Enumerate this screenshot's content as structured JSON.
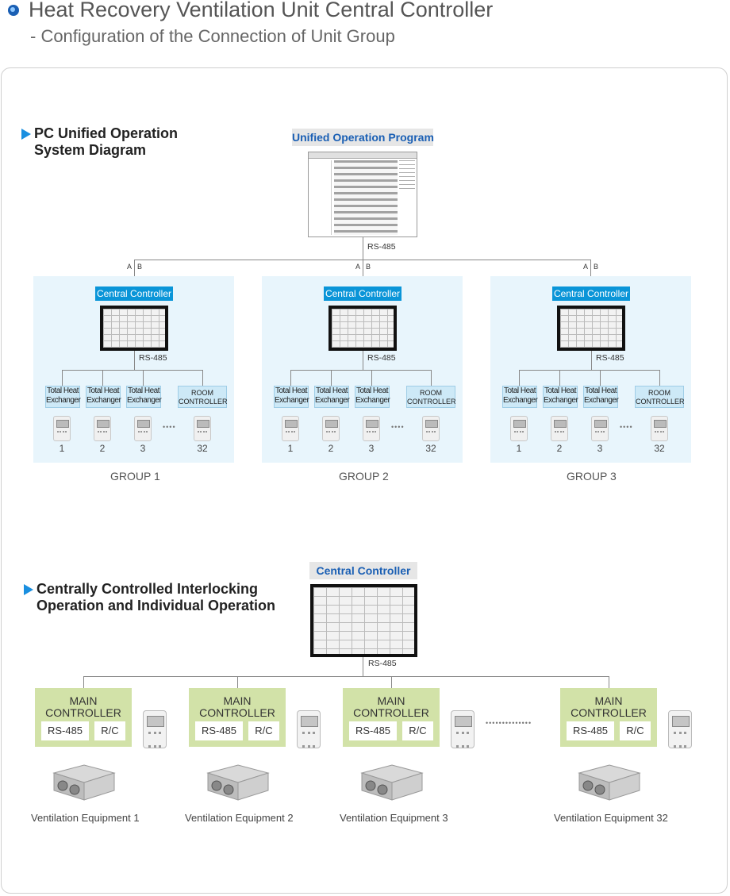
{
  "header": {
    "title": "Heat Recovery Ventilation Unit Central Controller",
    "subtitle": "- Configuration of the Connection of Unit Group"
  },
  "section1": {
    "title_line1": "PC Unified Operation",
    "title_line2": "System Diagram",
    "program_label": "Unified Operation Program",
    "rs485": "RS-485",
    "bus_a": "A",
    "bus_b": "B",
    "groups": [
      {
        "controller_label": "Central Controller",
        "rs485": "RS-485",
        "units": [
          "Total Heat Exchanger",
          "Total Heat Exchanger",
          "Total Heat Exchanger"
        ],
        "room_controller": "ROOM CONTROLLER",
        "numbers": [
          "1",
          "2",
          "3",
          "32"
        ],
        "dots": "••••",
        "name": "GROUP 1"
      },
      {
        "controller_label": "Central Controller",
        "rs485": "RS-485",
        "units": [
          "Total Heat Exchanger",
          "Total Heat Exchanger",
          "Total Heat Exchanger"
        ],
        "room_controller": "ROOM CONTROLLER",
        "numbers": [
          "1",
          "2",
          "3",
          "32"
        ],
        "dots": "••••",
        "name": "GROUP 2"
      },
      {
        "controller_label": "Central Controller",
        "rs485": "RS-485",
        "units": [
          "Total Heat Exchanger",
          "Total Heat Exchanger",
          "Total Heat Exchanger"
        ],
        "room_controller": "ROOM CONTROLLER",
        "numbers": [
          "1",
          "2",
          "3",
          "32"
        ],
        "dots": "••••",
        "name": "GROUP 3"
      }
    ]
  },
  "section2": {
    "title_line1": "Centrally Controlled Interlocking",
    "title_line2": "Operation and Individual Operation",
    "controller_label": "Central Controller",
    "rs485": "RS-485",
    "dots": "••••••••••••••",
    "mains": [
      {
        "title": "MAIN CONTROLLER",
        "rs485": "RS-485",
        "rc": "R/C",
        "equipment": "Ventilation Equipment 1"
      },
      {
        "title": "MAIN CONTROLLER",
        "rs485": "RS-485",
        "rc": "R/C",
        "equipment": "Ventilation Equipment 2"
      },
      {
        "title": "MAIN CONTROLLER",
        "rs485": "RS-485",
        "rc": "R/C",
        "equipment": "Ventilation Equipment 3"
      },
      {
        "title": "MAIN CONTROLLER",
        "rs485": "RS-485",
        "rc": "R/C",
        "equipment": "Ventilation Equipment 32"
      }
    ]
  },
  "colors": {
    "accent_blue": "#0a95d8",
    "group_bg": "#e8f5fc",
    "main_controller_bg": "#d2e2a8"
  }
}
